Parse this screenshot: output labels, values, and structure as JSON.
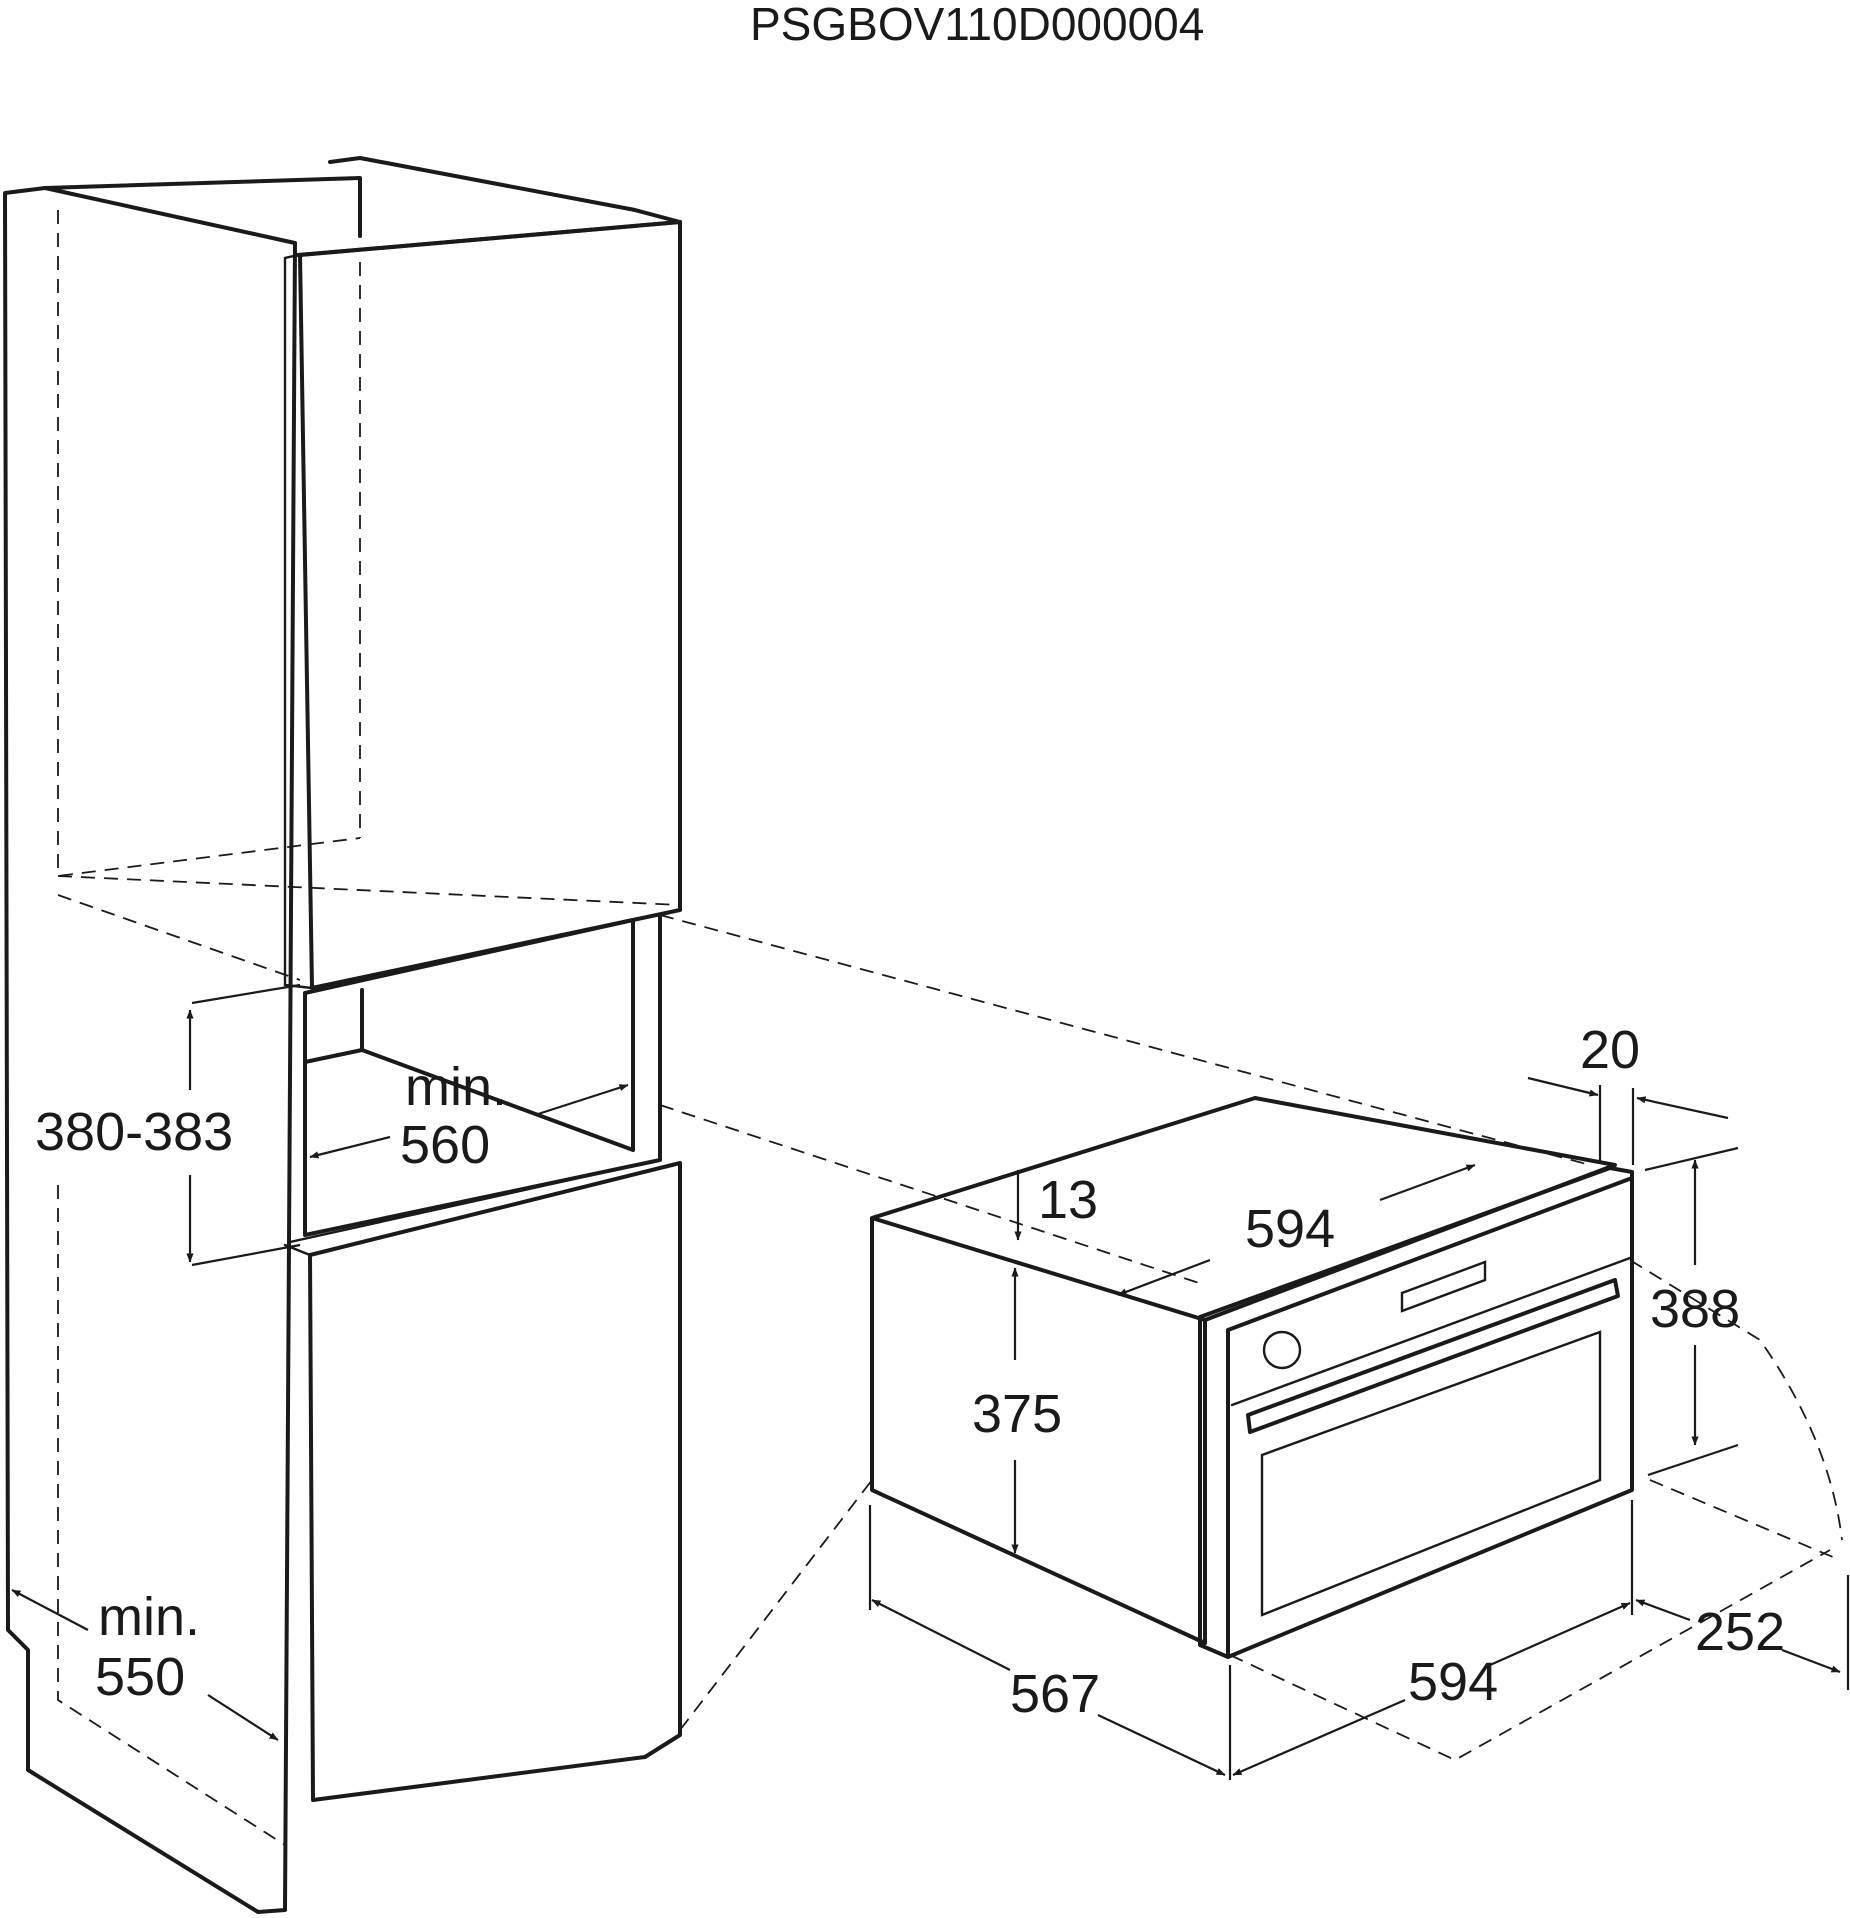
{
  "title": "PSGBOV110D000004",
  "dimensions": {
    "niche_height": "380-383",
    "niche_width_label": "min.",
    "niche_width_value": "560",
    "niche_depth_label": "min.",
    "niche_depth_value": "550",
    "gap_13": "13",
    "top_width": "594",
    "front_thickness": "20",
    "front_height": "388",
    "body_height": "375",
    "body_depth": "567",
    "front_width": "594",
    "door_swing": "252"
  },
  "colors": {
    "line": "#1a1a1a",
    "background": "#ffffff"
  }
}
